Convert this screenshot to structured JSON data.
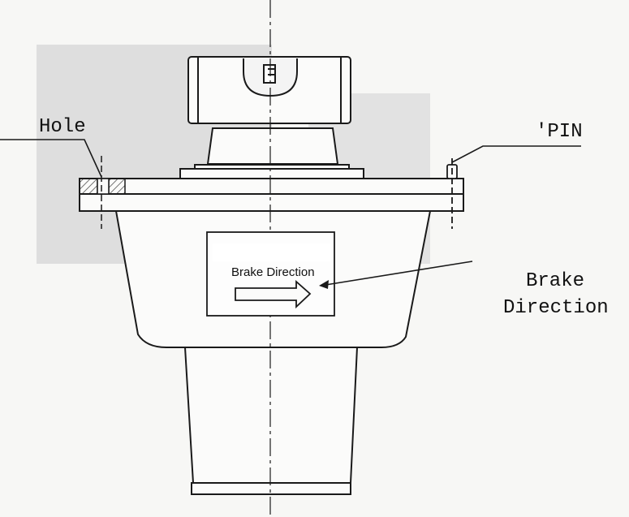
{
  "diagram": {
    "callouts": {
      "hole": "Hole",
      "pin": "'PIN",
      "brake_direction_line1": "Brake",
      "brake_direction_line2": "Direction"
    },
    "plate_label": "Brake Direction",
    "colors": {
      "ink": "#1a1a1a",
      "paper": "#f7f7f5",
      "shadow": "#dcdcdc",
      "hatch": "#333333"
    }
  }
}
